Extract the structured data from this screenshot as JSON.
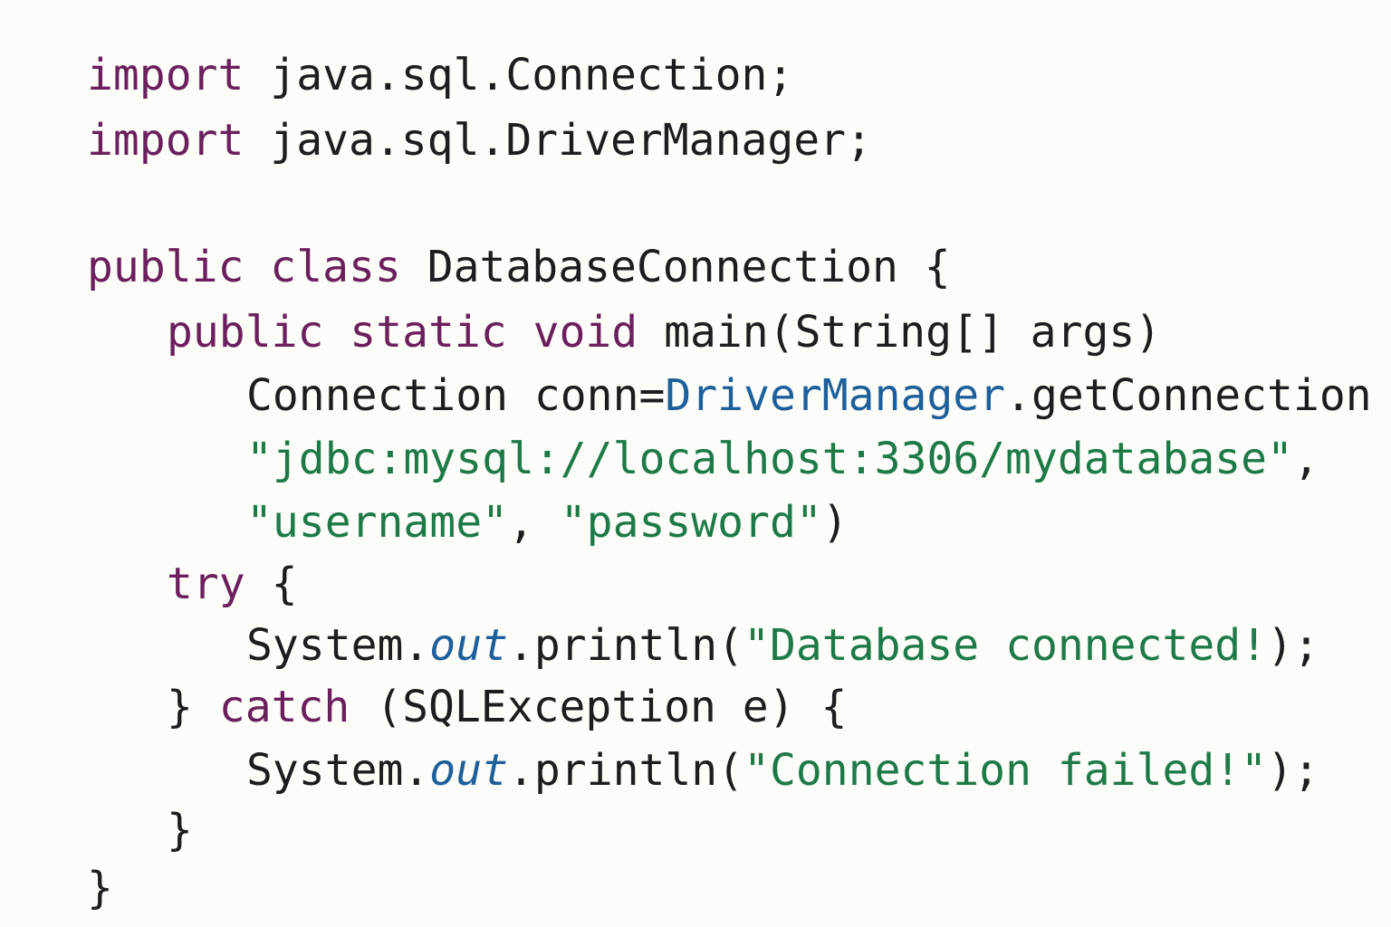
{
  "colors": {
    "background": "#fcfcf8",
    "keyword": "#6b1f5c",
    "string": "#1d7a48",
    "type_reference": "#1d5f9a",
    "static_field": "#1d5f9a",
    "plain_text": "#1d1d1f"
  },
  "code": {
    "line1": {
      "kw": "import",
      "rest": " java.sql.Connection;"
    },
    "line2": {
      "kw": "import",
      "rest": " java.sql.DriverManager;"
    },
    "line4": {
      "kw1": "public",
      "space": " ",
      "kw2": "class",
      "rest": " DatabaseConnection {"
    },
    "line5": {
      "kw1": "public",
      "kw2": "static",
      "kw3": "void",
      "rest": " main(String[] args)"
    },
    "line6": {
      "a": "Connection conn=",
      "type": "DriverManager",
      "b": ".getConnection"
    },
    "line7": {
      "str": "\"jdbc:mysql://localhost:3306/mydatabase\"",
      "rest": ","
    },
    "line8": {
      "str1": "\"username\"",
      "sep": ", ",
      "str2": "\"password\"",
      "rest": ")"
    },
    "line9": {
      "kw": "try",
      "rest": " {"
    },
    "line10": {
      "a": "System.",
      "field": "out",
      "b": ".println(",
      "str": "\"Database connected!",
      "rest": ");"
    },
    "line11": {
      "a": "} ",
      "kw": "catch",
      "rest": " (SQLException e) {"
    },
    "line12": {
      "a": "System.",
      "field": "out",
      "b": ".println(",
      "str": "\"Connection failed!\"",
      "rest": ");"
    },
    "line13": {
      "text": "}"
    },
    "line14": {
      "text": "}"
    }
  }
}
